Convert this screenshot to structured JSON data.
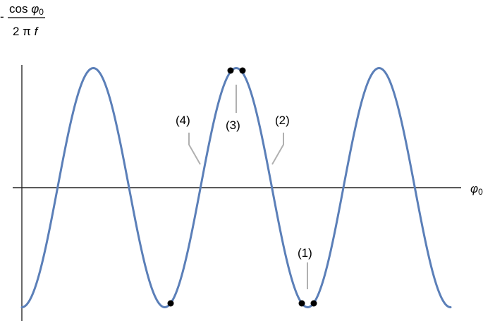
{
  "chart_data": {
    "type": "line",
    "title": "",
    "ylabel": {
      "prefix": "-",
      "numerator": "cos φ0",
      "denominator": "2 π f"
    },
    "xlabel": "φ0",
    "function": "-cos(φ0)/(2πf)",
    "x_range_periods": 3,
    "ylim": [
      -1,
      1
    ],
    "grid": false,
    "series": [
      {
        "name": "-cos φ0 / (2πf)",
        "color": "#5b7fb8"
      }
    ],
    "marked_points": [
      {
        "label": "(1)",
        "location": "pair of points at second minimum"
      },
      {
        "label": "(2)",
        "location": "descending zero crossing after central peak"
      },
      {
        "label": "(3)",
        "location": "pair of points at central maximum"
      },
      {
        "label": "(4)",
        "location": "ascending zero crossing before central peak"
      }
    ],
    "extra_points": [
      {
        "location": "right side of first interior minimum"
      }
    ]
  },
  "labels": {
    "y_prefix": "-",
    "y_num_main": "cos ",
    "y_num_var": "φ",
    "y_num_sub": "0",
    "y_den": "2 π ",
    "y_den_var": "f",
    "x_var": "φ",
    "x_sub": "0",
    "ann1": "(1)",
    "ann2": "(2)",
    "ann3": "(3)",
    "ann4": "(4)"
  },
  "colors": {
    "curve": "#5b7fb8",
    "axis": "#000000",
    "leader": "#b0b0b0",
    "point": "#000000"
  }
}
